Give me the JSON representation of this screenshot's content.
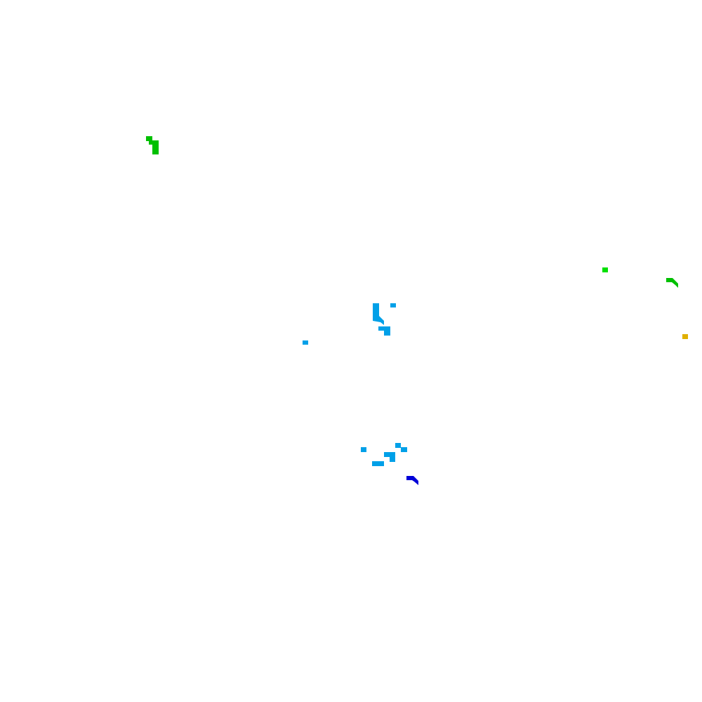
{
  "background_color": "#ffffff",
  "palette": {
    "green": "#00c000",
    "bright_green": "#00e000",
    "sky_blue": "#00a0e8",
    "blue": "#0000d8",
    "amber": "#e0b000"
  },
  "clusters": [
    {
      "name": "green-cluster-upper-left",
      "color_key": "green"
    },
    {
      "name": "bright-green-dot-right",
      "color_key": "bright_green"
    },
    {
      "name": "green-arc-right",
      "color_key": "green"
    },
    {
      "name": "amber-dot-right",
      "color_key": "amber"
    },
    {
      "name": "sky-blue-cluster-center",
      "color_key": "sky_blue"
    },
    {
      "name": "sky-blue-dot-center-left",
      "color_key": "sky_blue"
    },
    {
      "name": "sky-blue-cluster-lower",
      "color_key": "sky_blue"
    },
    {
      "name": "blue-arc-lower",
      "color_key": "blue"
    }
  ]
}
